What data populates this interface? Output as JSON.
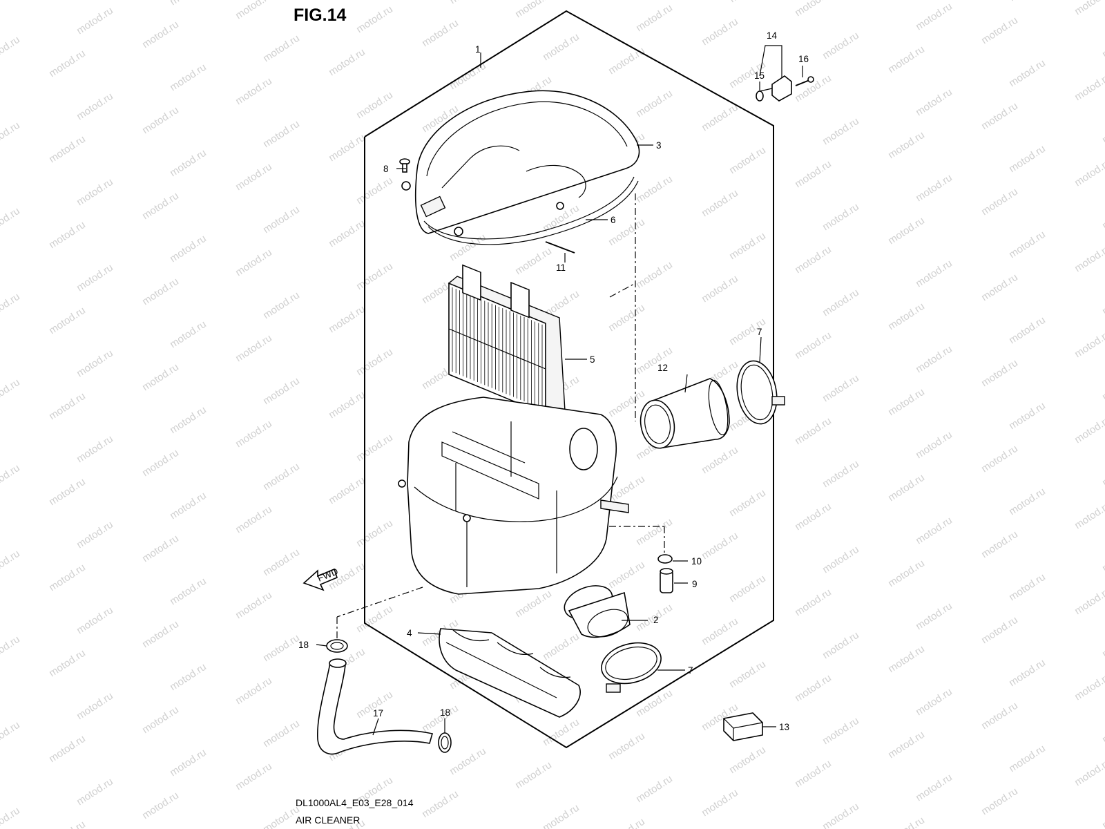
{
  "figure": {
    "title": "FIG.14",
    "code": "DL1000AL4_E03_E28_014",
    "caption": "AIR CLEANER"
  },
  "watermark": {
    "text": "motod.ru"
  },
  "fwd_label": "FWD",
  "callouts": {
    "c1": "1",
    "c2": "2",
    "c3": "3",
    "c4": "4",
    "c5": "5",
    "c6": "6",
    "c7a": "7",
    "c7b": "7",
    "c8": "8",
    "c9": "9",
    "c10": "10",
    "c11": "11",
    "c12": "12",
    "c13": "13",
    "c14": "14",
    "c15": "15",
    "c16": "16",
    "c17": "17",
    "c18a": "18",
    "c18b": "18"
  },
  "parts": [
    {
      "ref": "1",
      "icon": "air-cleaner-assembly-box"
    },
    {
      "ref": "2",
      "icon": "outlet-hose-icon"
    },
    {
      "ref": "3",
      "icon": "cleaner-cap-icon"
    },
    {
      "ref": "4",
      "icon": "intake-duct-icon"
    },
    {
      "ref": "5",
      "icon": "filter-element-icon"
    },
    {
      "ref": "6",
      "icon": "seal-icon"
    },
    {
      "ref": "7",
      "icon": "hose-clamp-icon"
    },
    {
      "ref": "8",
      "icon": "screw-icon"
    },
    {
      "ref": "9",
      "icon": "drain-plug-icon"
    },
    {
      "ref": "10",
      "icon": "clip-icon"
    },
    {
      "ref": "11",
      "icon": "tube-icon"
    },
    {
      "ref": "12",
      "icon": "connector-hose-icon"
    },
    {
      "ref": "13",
      "icon": "sensor-icon"
    },
    {
      "ref": "14",
      "icon": "iap-sensor-icon"
    },
    {
      "ref": "15",
      "icon": "washer-icon"
    },
    {
      "ref": "16",
      "icon": "bolt-icon"
    },
    {
      "ref": "17",
      "icon": "breather-hose-icon"
    },
    {
      "ref": "18",
      "icon": "small-clamp-icon"
    }
  ]
}
